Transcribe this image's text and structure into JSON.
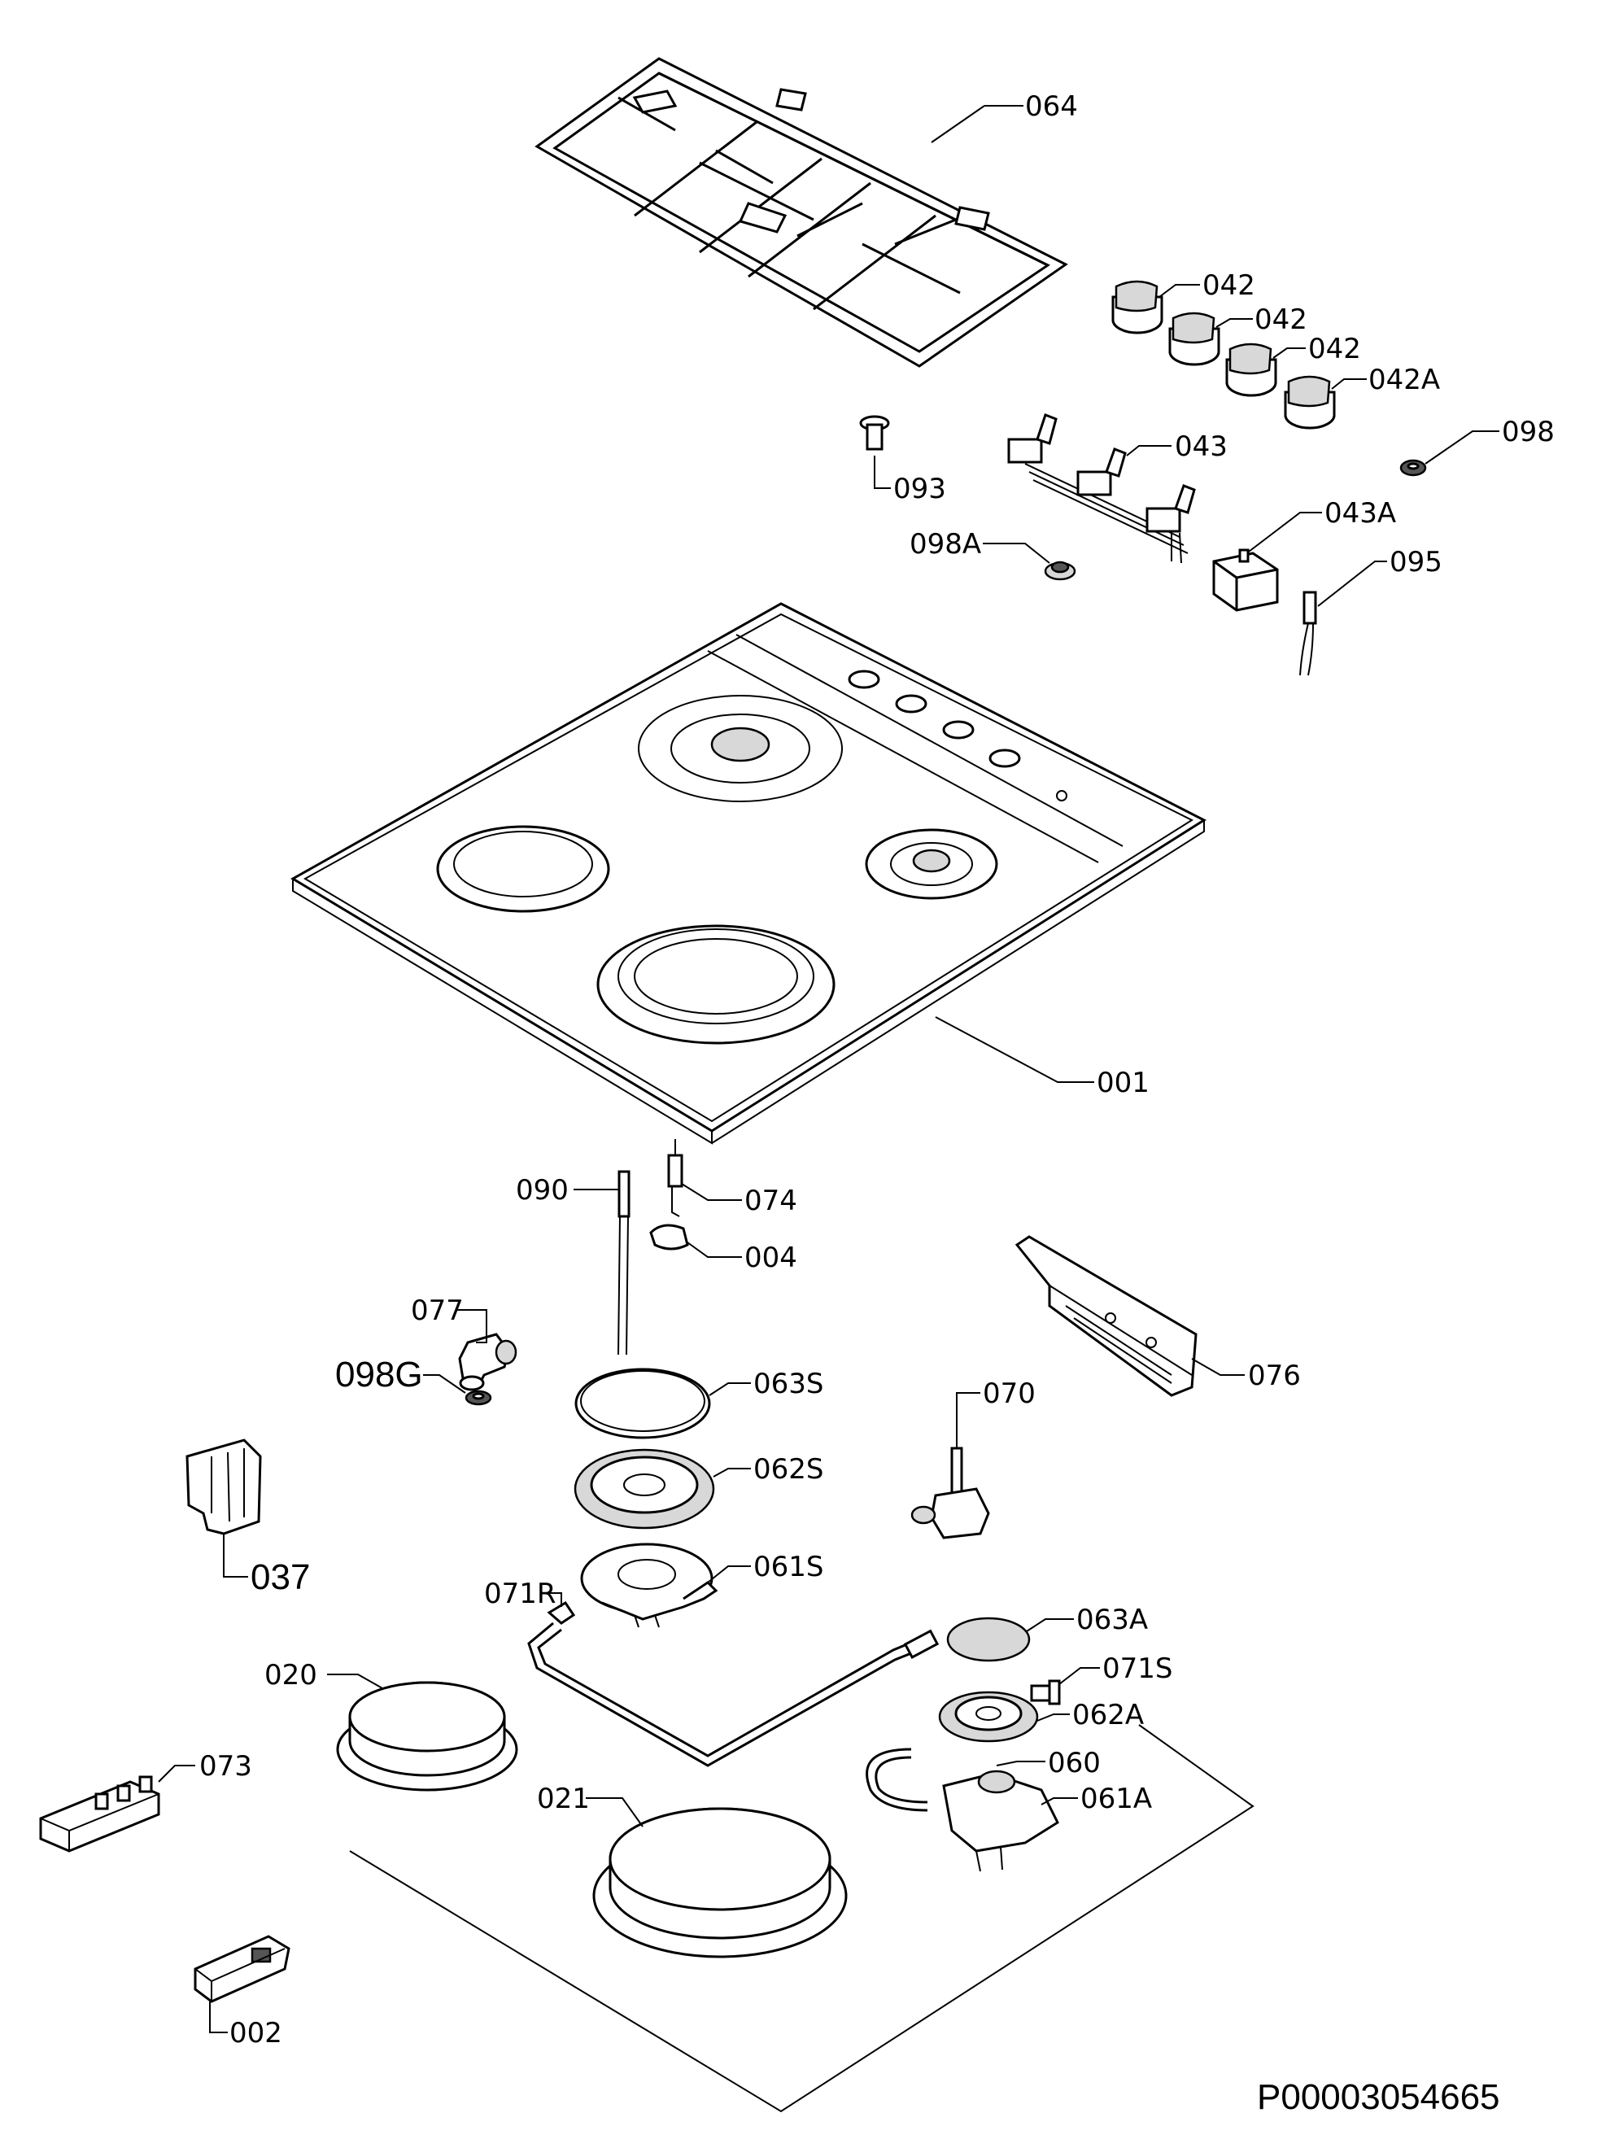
{
  "labels": {
    "l064": "064",
    "l042a": "042",
    "l042b": "042",
    "l042c": "042",
    "l042A": "042A",
    "l098": "098",
    "l093": "093",
    "l043": "043",
    "l098A": "098A",
    "l043A": "043A",
    "l095": "095",
    "l001": "001",
    "l090": "090",
    "l074": "074",
    "l004": "004",
    "l076": "076",
    "l077": "077",
    "l098G": "098G",
    "l063S": "063S",
    "l070": "070",
    "l062S": "062S",
    "l037": "037",
    "l061S": "061S",
    "l071R": "071R",
    "l063A": "063A",
    "l071S": "071S",
    "l020": "020",
    "l062A": "062A",
    "l073": "073",
    "l060": "060",
    "l061A": "061A",
    "l021": "021",
    "l002": "002"
  },
  "document_code": "P00003054665"
}
